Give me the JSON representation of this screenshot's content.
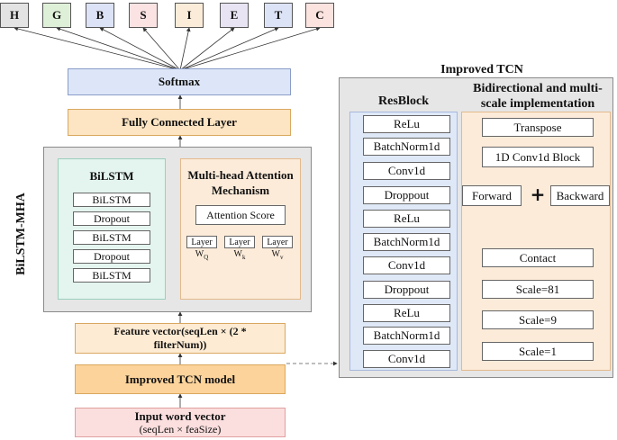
{
  "outputs": [
    {
      "label": "H",
      "color": "#e3e3e3"
    },
    {
      "label": "G",
      "color": "#dff0d8"
    },
    {
      "label": "B",
      "color": "#dde3f6"
    },
    {
      "label": "S",
      "color": "#fbe3e4"
    },
    {
      "label": "I",
      "color": "#fbecd9"
    },
    {
      "label": "E",
      "color": "#e8e4f3"
    },
    {
      "label": "T",
      "color": "#dde3f6"
    },
    {
      "label": "C",
      "color": "#fbe3df"
    }
  ],
  "left": {
    "softmax": "Softmax",
    "fc": "Fully Connected Layer",
    "side_label": "BiLSTM-MHA",
    "bilstm": {
      "title": "BiLSTM",
      "layers": [
        "BiLSTM",
        "Dropout",
        "BiLSTM",
        "Dropout",
        "BiLSTM"
      ]
    },
    "mha": {
      "title_line1": "Multi-head Attention",
      "title_line2": "Mechanism",
      "score": "Attention Score",
      "layers": [
        {
          "label": "Layer",
          "sub": "W",
          "idx": "Q"
        },
        {
          "label": "Layer",
          "sub": "W",
          "idx": "k"
        },
        {
          "label": "Layer",
          "sub": "W",
          "idx": "v"
        }
      ]
    },
    "feature_line1": "Feature vector(seqLen × (2 *",
    "feature_line2": "filterNum))",
    "tcn_model": "Improved TCN model",
    "input_line1": "Input word vector",
    "input_line2": "(seqLen × feaSize)"
  },
  "right": {
    "title": "Improved TCN",
    "resblock": {
      "title": "ResBlock",
      "layers": [
        "ReLu",
        "BatchNorm1d",
        "Conv1d",
        "Droppout",
        "ReLu",
        "BatchNorm1d",
        "Conv1d",
        "Droppout",
        "ReLu",
        "BatchNorm1d",
        "Conv1d"
      ]
    },
    "bidir": {
      "title_line1": "Bidirectional and multi-",
      "title_line2": "scale implementation",
      "transpose": "Transpose",
      "conv_block": "1D Conv1d Block",
      "forward": "Forward",
      "backward": "Backward",
      "plus_symbol": "+",
      "contact": "Contact",
      "scales": [
        "Scale=81",
        "Scale=9",
        "Scale=1"
      ]
    }
  }
}
